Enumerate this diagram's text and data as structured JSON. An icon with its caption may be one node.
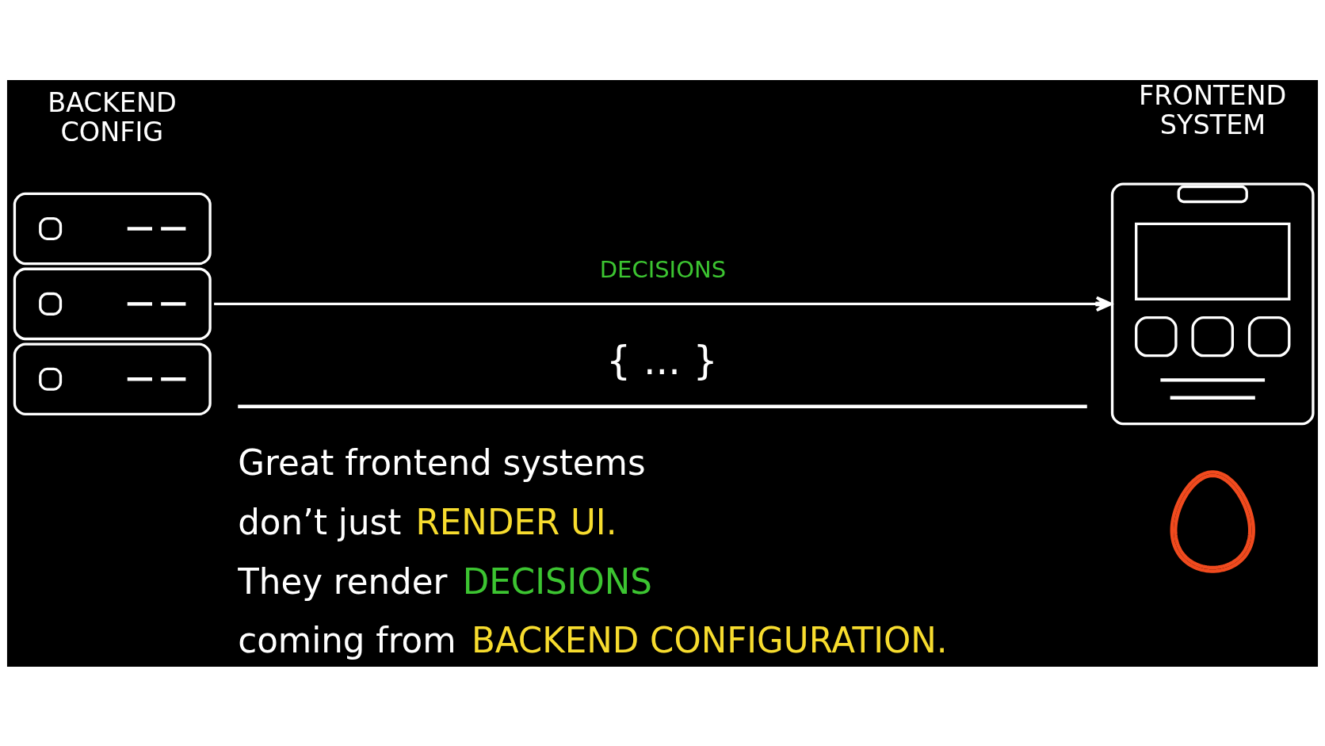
{
  "diagram": {
    "nodes": [
      {
        "text": [
          "BACKEND CONFIG"
        ]
      },
      {
        "text": [
          "FRONTEND SYSTEM"
        ]
      },
      {
        "text": [],
        "shape": "flame"
      }
    ],
    "edges": [
      {
        "from": 0,
        "to": 1,
        "arrow": "to",
        "label": "DECISIONS"
      }
    ],
    "labels": [
      "{ ... }",
      "Great frontend systems",
      "don’t just",
      "RENDER UI.",
      "They render",
      "DECISIONS",
      "coming from",
      "BACKEND CONFIGURATION."
    ]
  }
}
